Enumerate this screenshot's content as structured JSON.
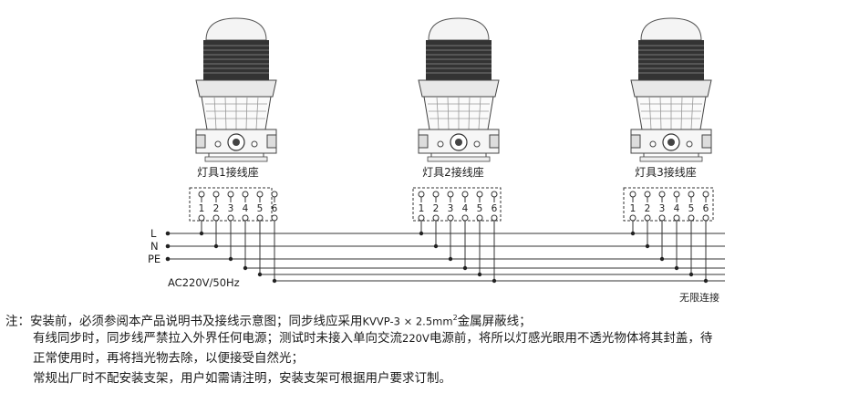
{
  "lamps": [
    {
      "label": "灯具1接线座"
    },
    {
      "label": "灯具2接线座"
    },
    {
      "label": "灯具3接线座"
    }
  ],
  "terminal_numbers": [
    "1",
    "2",
    "3",
    "4",
    "5",
    "6"
  ],
  "lines": {
    "l": "L",
    "n": "N",
    "pe": "PE"
  },
  "power_label": "AC220V/50Hz",
  "unlimited_label": "无限连接",
  "notes": {
    "prefix": "注：",
    "line1_a": "安装前，必须参阅本产品说明书及接线示意图；同步线应采用",
    "line1_cable": "KVVP-3 × 2.5mm",
    "line1_sup": "2",
    "line1_b": "金属屏蔽线；",
    "line2_a": "有线同步时，同步线严禁拉入外界任何电源；测试时未接入单向交流",
    "line2_volt": "220V",
    "line2_b": "电源前，将所以灯感光眼用不透光物体将其封盖，待",
    "line3": "正常使用时，再将挡光物去除，以便接受自然光；",
    "line4": "常规出厂时不配安装支架，用户如需请注明，安装支架可根据用户要求订制。"
  }
}
